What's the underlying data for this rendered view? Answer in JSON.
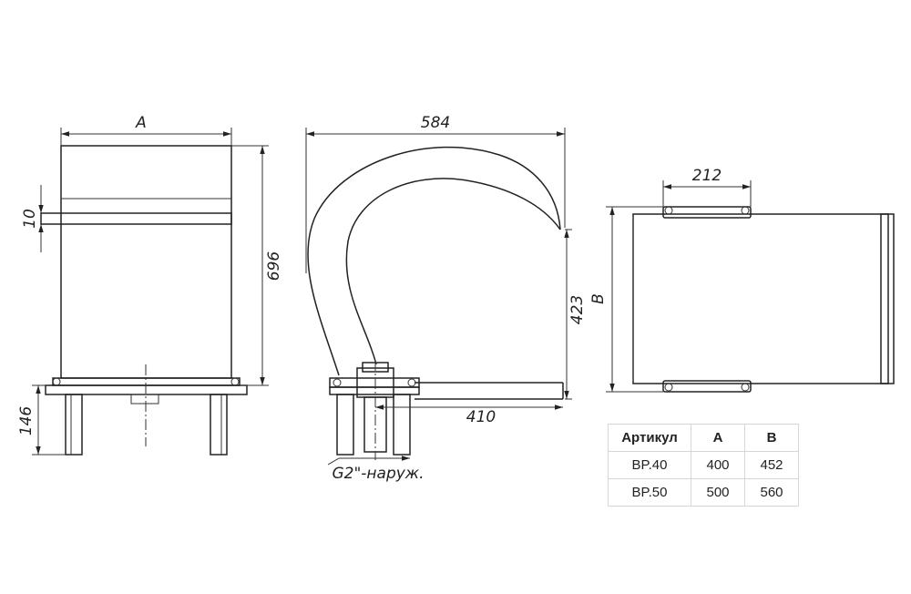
{
  "dimensions": {
    "width_a": "A",
    "height_total": "696",
    "slot_height": "10",
    "base_height": "146",
    "arc_width": "584",
    "outlet_height": "423",
    "pipe_length": "410",
    "hole_spacing": "212",
    "width_b": "B",
    "thread": "G2\"-наруж."
  },
  "table": {
    "headers": [
      "Артикул",
      "A",
      "B"
    ],
    "rows": [
      [
        "BP.40",
        "400",
        "452"
      ],
      [
        "BP.50",
        "500",
        "560"
      ]
    ]
  }
}
